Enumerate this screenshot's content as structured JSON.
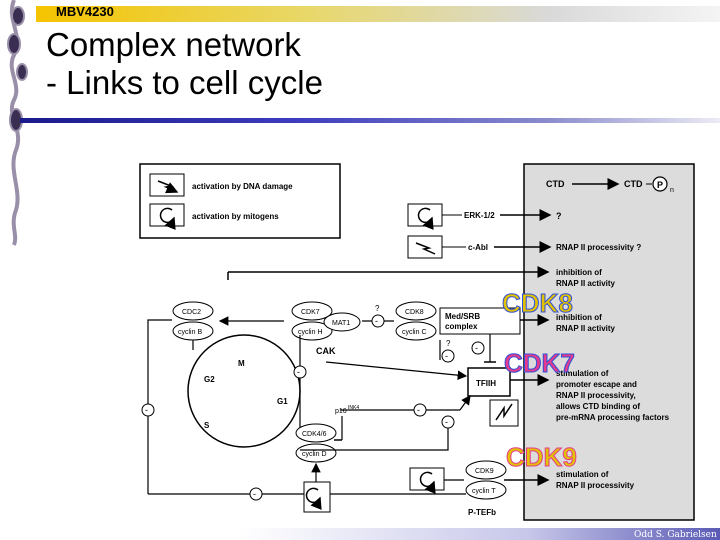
{
  "header": {
    "course_code": "MBV4230"
  },
  "title": {
    "line1": "Complex network",
    "line2": "- Links to cell cycle"
  },
  "footer": {
    "author": "Odd S. Gabrielsen"
  },
  "legend": {
    "damage": "activation by DNA damage",
    "mitogens": "activation by mitogens"
  },
  "right_panel": {
    "ctd": "CTD",
    "ctd2": "CTD",
    "p": "P",
    "n": "n",
    "q": "?",
    "rnap_q": "RNAP II processivity ?",
    "inhib1a": "inhibition of",
    "inhib1b": "RNAP II activity",
    "inhib2a": "inhibition of",
    "inhib2b": "RNAP II activity",
    "stim1": [
      "stimulation of",
      "promoter escape and",
      "RNAP II processivity,",
      "allows CTD binding of",
      "pre-mRNA processing factors"
    ],
    "stim2a": "stimulation of",
    "stim2b": "RNAP II processivity"
  },
  "diagram": {
    "erk": "ERK-1/2",
    "cabl": "c-Abl",
    "cdc2": "CDC2",
    "cyclinB": "cyclin B",
    "cdk7": "CDK7",
    "cyclinH": "cyclin H",
    "mat1": "MAT1",
    "cak": "CAK",
    "cdk8": "CDK8",
    "cyclinC": "cyclin C",
    "medsrb1": "Med/SRB",
    "medsrb2": "complex",
    "tfiih": "TFIIH",
    "p16": "p16",
    "ink4": "INK4",
    "cdk46": "CDK4/6",
    "cyclinD": "cyclin D",
    "cdk9": "CDK9",
    "cyclinT": "cyclin T",
    "ptefb": "P-TEFb",
    "phaseM": "M",
    "phaseG2": "G2",
    "phaseG1": "G1",
    "phaseS": "S",
    "minus": "-",
    "q1": "?",
    "q2": "?"
  },
  "badges": {
    "cdk8": "CDK8",
    "cdk7": "CDK7",
    "cdk9": "CDK9"
  },
  "colors": {
    "badge_pink": "#e63b8c",
    "badge_blue": "#2f4fd8",
    "badge_yellow": "#e2c100"
  }
}
